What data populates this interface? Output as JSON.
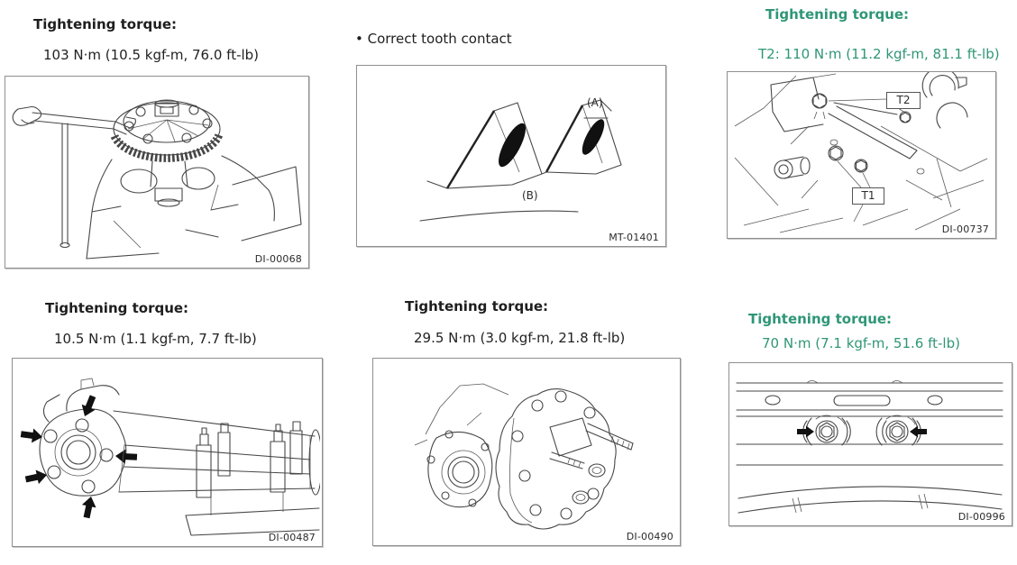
{
  "colors": {
    "accent_green": "#2f9676",
    "text_dark": "#1e1e1e",
    "panel_border": "#8f8f8f"
  },
  "panels": [
    {
      "heading": "Tightening torque:",
      "value": "103 N·m (10.5 kgf-m, 76.0 ft-lb)",
      "figure_code": "DI-00068"
    },
    {
      "bullet": "• Correct tooth contact",
      "figure_code": "MT-01401",
      "label_a": "(A)",
      "label_b": "(B)"
    },
    {
      "heading": "Tightening torque:",
      "value": "T2: 110 N·m (11.2 kgf-m, 81.1 ft-lb)",
      "figure_code": "DI-00737",
      "label_t1": "T1",
      "label_t2": "T2"
    },
    {
      "heading": "Tightening torque:",
      "value": "10.5 N·m (1.1 kgf-m, 7.7 ft-lb)",
      "figure_code": "DI-00487"
    },
    {
      "heading": "Tightening torque:",
      "value": "29.5 N·m (3.0 kgf-m, 21.8 ft-lb)",
      "figure_code": "DI-00490"
    },
    {
      "heading": "Tightening torque:",
      "value": "70 N·m (7.1 kgf-m, 51.6 ft-lb)",
      "figure_code": "DI-00996"
    }
  ]
}
